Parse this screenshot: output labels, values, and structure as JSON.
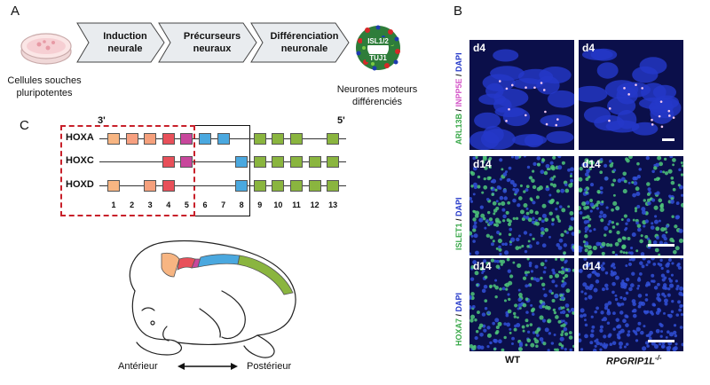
{
  "panels": {
    "a": "A",
    "b": "B",
    "c": "C"
  },
  "workflow": {
    "source_label": "Cellules souches\npluripotentes",
    "steps": [
      "Induction\nneurale",
      "Précurseurs\nneuraux",
      "Différenciation\nneuronale"
    ],
    "result_label": "Neurones moteurs\ndifférenciés",
    "markers": [
      "ISL1/2",
      "TUJ1"
    ]
  },
  "hox": {
    "end_3": "3'",
    "end_5": "5'",
    "genes": [
      {
        "name": "HOXA",
        "boxes": [
          1,
          2,
          3,
          4,
          5,
          6,
          7,
          9,
          10,
          11,
          13
        ]
      },
      {
        "name": "HOXC",
        "boxes": [
          4,
          5,
          8,
          9,
          10,
          11,
          12,
          13
        ]
      },
      {
        "name": "HOXD",
        "boxes": [
          1,
          3,
          4,
          8,
          9,
          10,
          11,
          12,
          13
        ]
      }
    ],
    "numbers": [
      "1",
      "2",
      "3",
      "4",
      "5",
      "6",
      "7",
      "8",
      "9",
      "10",
      "11",
      "12",
      "13"
    ],
    "colors": {
      "1": "#f7b582",
      "2": "#f7a080",
      "3": "#f5a07c",
      "4": "#e8505a",
      "5": "#c8479c",
      "6": "#4aa8df",
      "7": "#4aa8df",
      "8": "#4aa8df",
      "9": "#8ab53f",
      "10": "#8ab53f",
      "11": "#8ab53f",
      "12": "#8ab53f",
      "13": "#8ab53f"
    }
  },
  "axis": {
    "anterior": "Antérieur",
    "posterior": "Postérieur"
  },
  "micrographs": {
    "rows": [
      {
        "tags": [
          "d4",
          "d4"
        ],
        "label_parts": [
          {
            "t": "ARL13B",
            "c": "#3aa84a"
          },
          {
            "t": " / ",
            "c": "#111"
          },
          {
            "t": "INPP5E",
            "c": "#d455c8"
          },
          {
            "t": " / ",
            "c": "#111"
          },
          {
            "t": "DAPI",
            "c": "#2236c8"
          }
        ]
      },
      {
        "tags": [
          "d14",
          "d14"
        ],
        "label_parts": [
          {
            "t": "ISLET1",
            "c": "#3aa84a"
          },
          {
            "t": " / ",
            "c": "#111"
          },
          {
            "t": "DAPI",
            "c": "#2236c8"
          }
        ]
      },
      {
        "tags": [
          "d14",
          "d14"
        ],
        "label_parts": [
          {
            "t": "HOXA7",
            "c": "#3aa84a"
          },
          {
            "t": " / ",
            "c": "#111"
          },
          {
            "t": "DAPI",
            "c": "#2236c8"
          }
        ]
      }
    ],
    "genotypes": {
      "wt": "WT",
      "mutant": "RPGRIP1L",
      "mutant_sup": "-/-"
    }
  }
}
